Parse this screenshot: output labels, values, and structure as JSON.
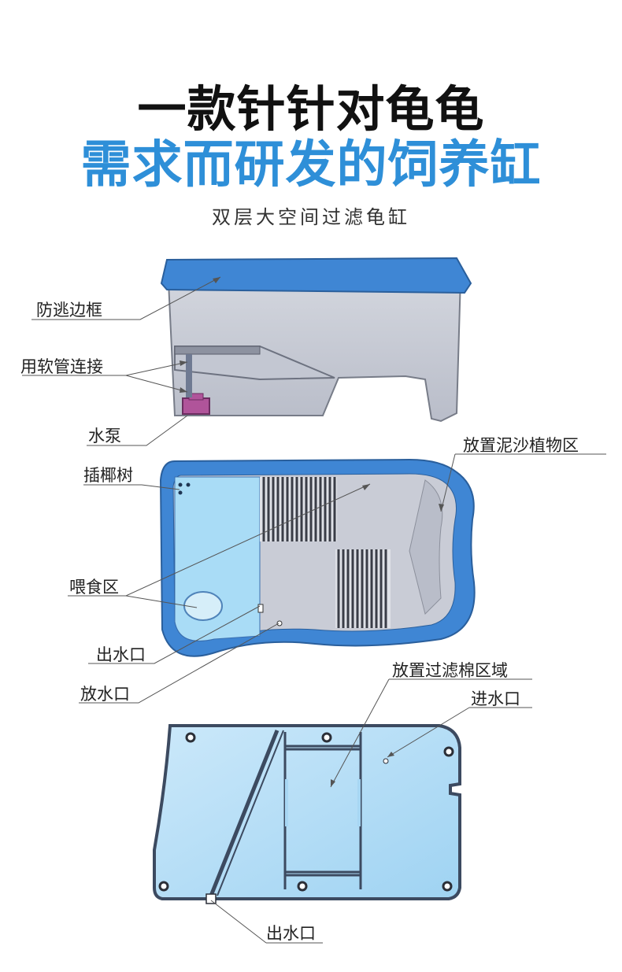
{
  "headline": {
    "line1": "一款针针对龟龟",
    "line2": "需求而研发的饲养缸",
    "subtitle": "双层大空间过滤龟缸"
  },
  "labels": {
    "anti_escape_frame": "防逃边框",
    "hose_connection": "用软管连接",
    "water_pump": "水泵",
    "sand_plant_area": "放置泥沙植物区",
    "coconut_tree": "插椰树",
    "feeding_area": "喂食区",
    "water_outlet_top": "出水口",
    "drain_port": "放水口",
    "filter_cotton_area": "放置过滤棉区域",
    "water_inlet": "进水口",
    "water_outlet_bottom": "出水口"
  },
  "colors": {
    "frame_blue": "#3f86d4",
    "tank_grey": "#c7cbd6",
    "filter_blue": "#a7d6f3",
    "headline_blue": "#2e8fd8"
  }
}
